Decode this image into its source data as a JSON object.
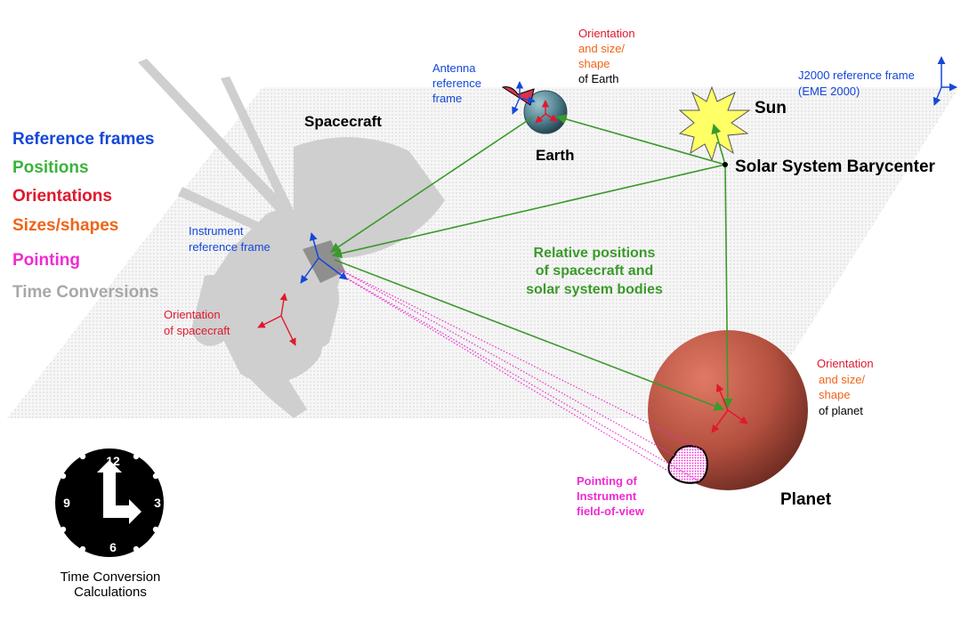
{
  "legend": [
    {
      "label": "Reference frames",
      "color": "#1447d9"
    },
    {
      "label": "Positions",
      "color": "#3bb33b"
    },
    {
      "label": "Orientations",
      "color": "#e0182d"
    },
    {
      "label": "Sizes/shapes",
      "color": "#f06418"
    },
    {
      "label": "Pointing",
      "color": "#f02bd2"
    },
    {
      "label": "Time Conversions",
      "color": "#a8a8a8"
    }
  ],
  "labels": {
    "spacecraft": "Spacecraft",
    "earth": "Earth",
    "sun": "Sun",
    "barycenter": "Solar System Barycenter",
    "planet": "Planet",
    "antenna_frame": [
      "Antenna",
      "reference",
      "frame"
    ],
    "earth_orientation": [
      "Orientation",
      "and size/",
      "shape"
    ],
    "earth_of": "of Earth",
    "j2000": [
      "J2000 reference frame",
      "(EME 2000)"
    ],
    "instrument_frame": [
      "Instrument",
      "reference frame"
    ],
    "sc_orientation": [
      "Orientation",
      "of spacecraft"
    ],
    "relative_positions": [
      "Relative positions",
      "of spacecraft and",
      "solar system bodies"
    ],
    "planet_orientation": [
      "Orientation",
      "and size/",
      "shape"
    ],
    "planet_of": "of planet",
    "pointing": [
      "Pointing of",
      "Instrument",
      "field-of-view"
    ],
    "time_caption": [
      "Time Conversion",
      "Calculations"
    ]
  },
  "clock": {
    "n12": "12",
    "n3": "3",
    "n6": "6",
    "n9": "9"
  },
  "colors": {
    "blue": "#1447d9",
    "green": "#3a9a2a",
    "red": "#e0182d",
    "orange": "#f06418",
    "magenta": "#f02bd2",
    "gray": "#a8a8a8",
    "planet": "#b4503f",
    "earth": "#4f7f8e",
    "sun": "#ffff66"
  }
}
